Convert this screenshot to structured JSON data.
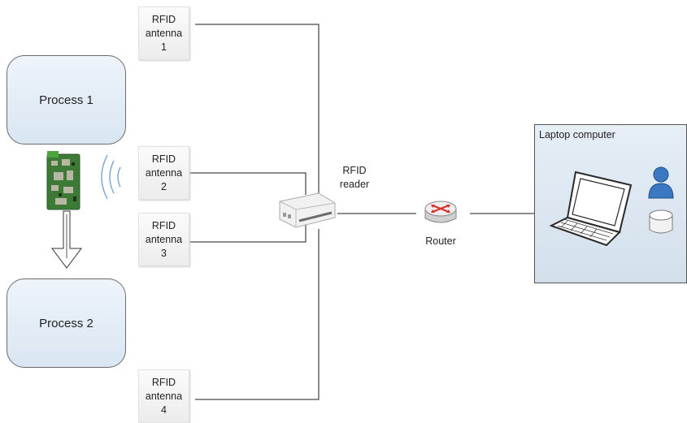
{
  "processes": [
    {
      "label": "Process 1"
    },
    {
      "label": "Process 2"
    }
  ],
  "antennas": [
    {
      "line1": "RFID",
      "line2": "antenna",
      "line3": "1"
    },
    {
      "line1": "RFID",
      "line2": "antenna",
      "line3": "2"
    },
    {
      "line1": "RFID",
      "line2": "antenna",
      "line3": "3"
    },
    {
      "line1": "RFID",
      "line2": "antenna",
      "line3": "4"
    }
  ],
  "reader": {
    "line1": "RFID",
    "line2": "reader"
  },
  "router": {
    "label": "Router"
  },
  "laptop": {
    "title": "Laptop computer"
  },
  "colors": {
    "process_fill": "#dce8f3",
    "laptop_panel": "#dbe5ef",
    "wire": "#1a1a1a",
    "router_red": "#d9332b",
    "user_blue": "#3a78c2"
  },
  "icons": [
    "rfid-tag-board-icon",
    "wireless-signal-icon",
    "arrow-down-icon",
    "rfid-reader-icon",
    "router-icon",
    "laptop-icon",
    "user-icon",
    "database-icon"
  ]
}
